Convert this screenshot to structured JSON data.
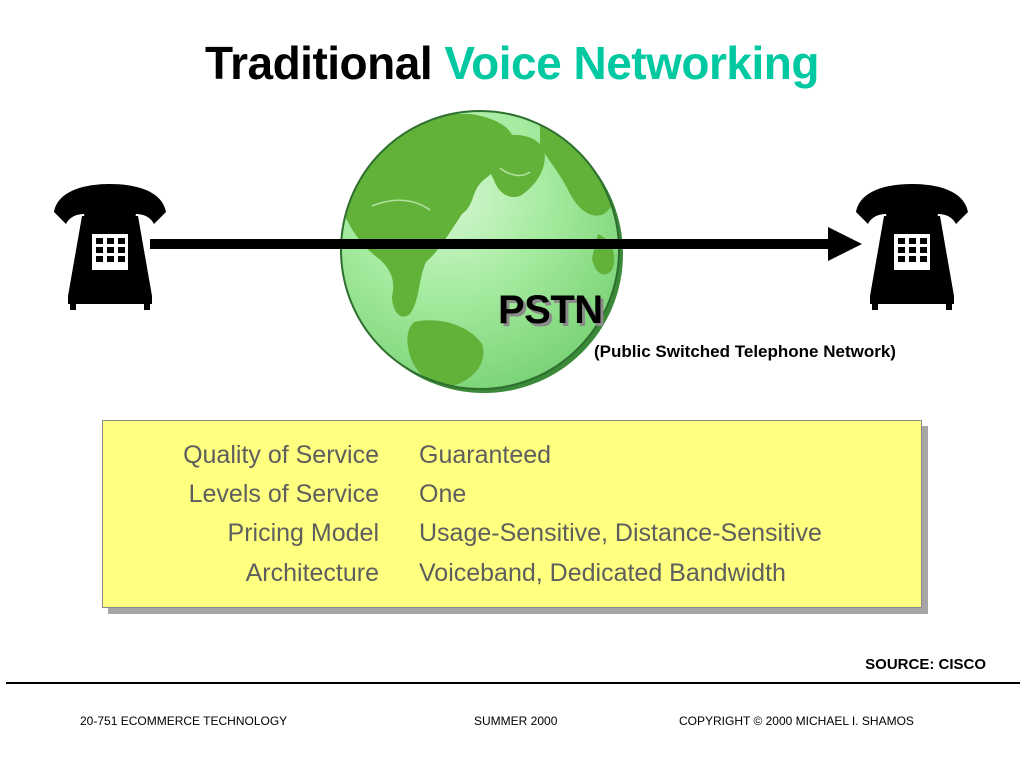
{
  "title": {
    "part1": "Traditional",
    "part2": "Voice Networking"
  },
  "network": {
    "label": "PSTN",
    "sublabel": "(Public Switched Telephone Network)"
  },
  "properties": [
    {
      "key": "Quality of Service",
      "value": "Guaranteed"
    },
    {
      "key": "Levels of Service",
      "value": "One"
    },
    {
      "key": "Pricing Model",
      "value": "Usage-Sensitive, Distance-Sensitive"
    },
    {
      "key": "Architecture",
      "value": "Voiceband, Dedicated Bandwidth"
    }
  ],
  "source": "SOURCE: CISCO",
  "footer": {
    "course": "20-751 ECOMMERCE TECHNOLOGY",
    "term": "SUMMER 2000",
    "copyright": "COPYRIGHT © 2000 MICHAEL I. SHAMOS"
  },
  "colors": {
    "title_accent": "#00c8a0",
    "globe_ocean": "#9ee89a",
    "globe_land": "#62b23a",
    "box_fill": "#ffff80",
    "box_text": "#5e5e5e"
  },
  "icons": {
    "left": "telephone-icon",
    "right": "telephone-icon",
    "center": "globe-icon",
    "connector": "arrow-right-icon"
  }
}
